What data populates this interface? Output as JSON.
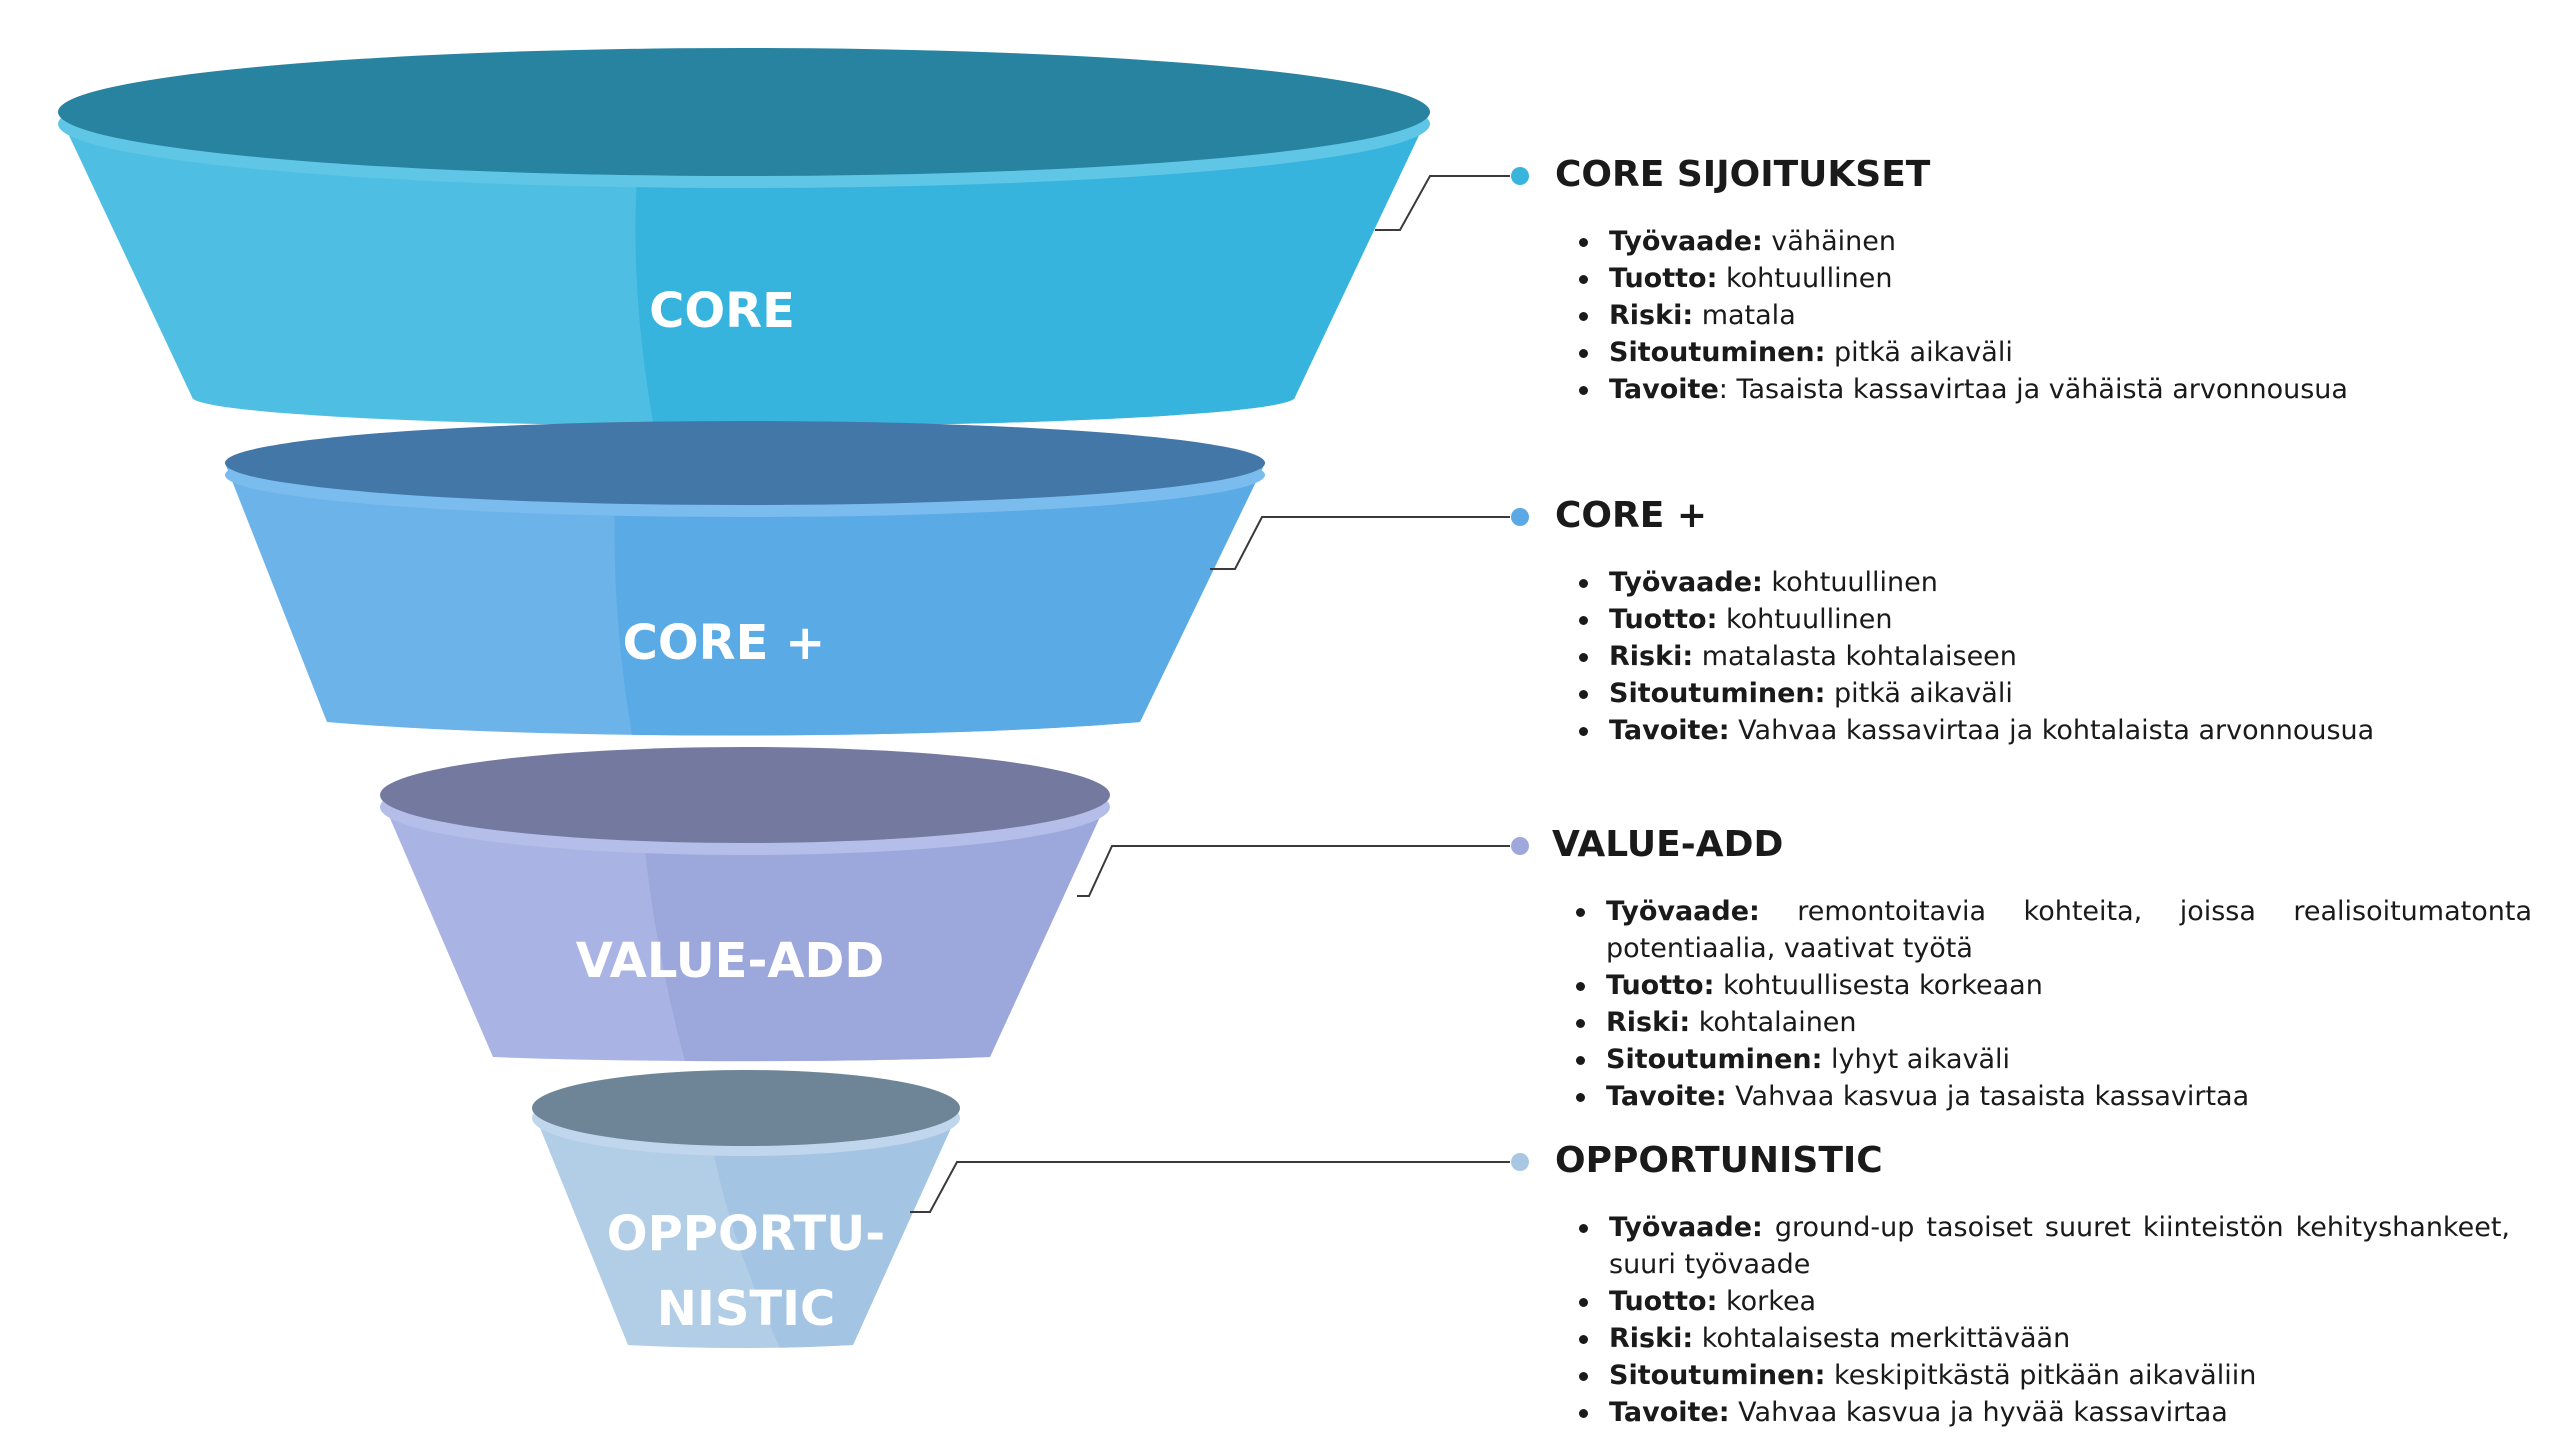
{
  "funnel": {
    "segments": [
      {
        "label": "CORE",
        "color_light": "#4ebfe3",
        "color_right": "#37b4de",
        "color_top": "#2883a0",
        "color_band": "#5fc6e6"
      },
      {
        "label": "CORE +",
        "color_light": "#6cb3ea",
        "color_right": "#5aaae6",
        "color_top": "#4377a7",
        "color_band": "#7abcee"
      },
      {
        "label": "VALUE-ADD",
        "color_light": "#aab4e4",
        "color_right": "#9ca8dc",
        "color_top": "#747a9f",
        "color_band": "#b5bee8"
      },
      {
        "label_lines": [
          "OPPORTU-",
          "NISTIC"
        ],
        "color_light": "#b2cde6",
        "color_right": "#a3c4e2",
        "color_top": "#6e8598",
        "color_band": "#bfd6ec"
      }
    ],
    "connector_color": "#3a3a3a"
  },
  "sections": [
    {
      "heading": "CORE SIJOITUKSET",
      "dot_color": "#39b4dc",
      "items": [
        {
          "term": "Työvaade:",
          "text": " vähäinen"
        },
        {
          "term": "Tuotto:",
          "text": " kohtuullinen"
        },
        {
          "term": "Riski:",
          "text": " matala"
        },
        {
          "term": "Sitoutuminen:",
          "text": " pitkä aikaväli"
        },
        {
          "term": "Tavoite",
          "text": ": Tasaista kassavirtaa ja vähäistä arvonnousua"
        }
      ]
    },
    {
      "heading": "CORE +",
      "dot_color": "#5aa8e4",
      "items": [
        {
          "term": "Työvaade:",
          "text": " kohtuullinen"
        },
        {
          "term": "Tuotto:",
          "text": " kohtuullinen"
        },
        {
          "term": "Riski:",
          "text": " matalasta kohtalaiseen"
        },
        {
          "term": "Sitoutuminen:",
          "text": " pitkä aikaväli"
        },
        {
          "term": "Tavoite:",
          "text": " Vahvaa kassavirtaa ja kohtalaista arvonnousua"
        }
      ]
    },
    {
      "heading": "VALUE-ADD",
      "dot_color": "#9ea8dc",
      "items": [
        {
          "term": "Työvaade:",
          "text": " remontoitavia kohteita, joissa realisoitumatonta potentiaalia, vaativat työtä"
        },
        {
          "term": "Tuotto:",
          "text": " kohtuullisesta korkeaan"
        },
        {
          "term": "Riski:",
          "text": " kohtalainen"
        },
        {
          "term": "Sitoutuminen:",
          "text": " lyhyt aikaväli"
        },
        {
          "term": "Tavoite:",
          "text": " Vahvaa kasvua ja tasaista kassavirtaa"
        }
      ]
    },
    {
      "heading": "OPPORTUNISTIC",
      "dot_color": "#a9c6e2",
      "items": [
        {
          "term": "Työvaade:",
          "text": " ground-up tasoiset suuret kiinteistön kehityshankeet, suuri työvaade"
        },
        {
          "term": "Tuotto:",
          "text": " korkea"
        },
        {
          "term": "Riski:",
          "text": " kohtalaisesta merkittävään"
        },
        {
          "term": "Sitoutuminen:",
          "text": " keskipitkästä pitkään aikaväliin"
        },
        {
          "term": "Tavoite:",
          "text": " Vahvaa kasvua ja hyvää kassavirtaa"
        }
      ]
    }
  ]
}
